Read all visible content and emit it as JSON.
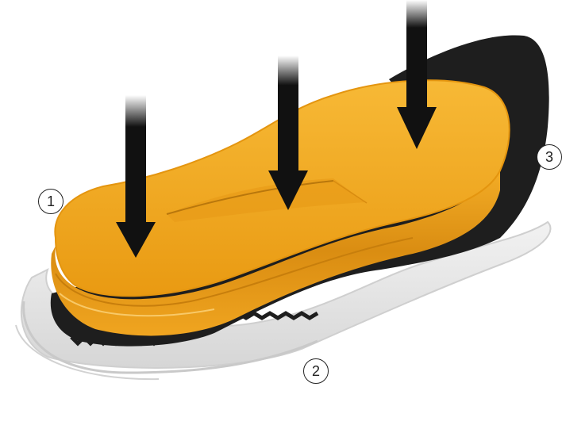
{
  "callouts": [
    {
      "id": "1",
      "label": "1"
    },
    {
      "id": "2",
      "label": "2"
    },
    {
      "id": "3",
      "label": "3"
    }
  ],
  "colors": {
    "footbed": "#F0A81C",
    "footbed_shadow": "#D88C10",
    "footbed_highlight": "#F9C65A",
    "outsole": "#1E1E1E",
    "cushion": "#E6E6E6",
    "arrow": "#111111"
  },
  "arrows": [
    {
      "name": "pressure-arrow-heel"
    },
    {
      "name": "pressure-arrow-mid"
    },
    {
      "name": "pressure-arrow-toe"
    }
  ]
}
